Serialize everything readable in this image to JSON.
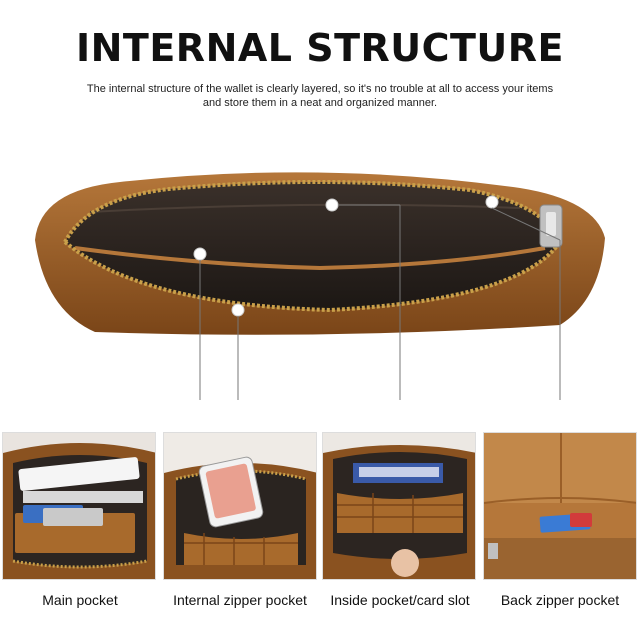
{
  "header": {
    "title": "INTERNAL STRUCTURE",
    "description": "The internal structure of the wallet is clearly layered, so it's no trouble at all to access your items and store them in a neat and organized manner."
  },
  "colors": {
    "leather": "#a86a2c",
    "leather_dark": "#6e3e16",
    "lining": "#2a2420",
    "zipper": "#c9a04a",
    "accent_dot": "#ffffff"
  },
  "pockets": [
    {
      "label": "Main pocket"
    },
    {
      "label": "Internal zipper pocket"
    },
    {
      "label": "Inside pocket/card slot"
    },
    {
      "label": "Back zipper pocket"
    }
  ]
}
